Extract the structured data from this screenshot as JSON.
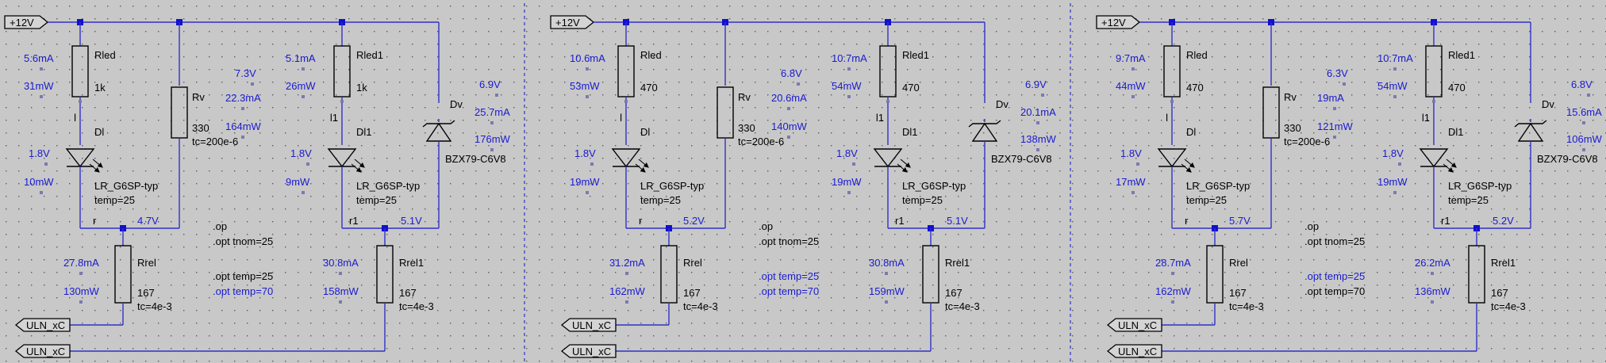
{
  "colors": {
    "background": "#c8c8c8",
    "wire": "#3030c8",
    "junction": "#1010d0",
    "component": "#000000",
    "value_text": "#1a1ad0",
    "label_text": "#000000",
    "divider": "#3030c8"
  },
  "panels": [
    {
      "supply": "+12V",
      "rled": {
        "name": "Rled",
        "value": "1k"
      },
      "rled1": {
        "name": "Rled1",
        "value": "1k"
      },
      "rv": {
        "name": "Rv",
        "value": "330",
        "tc": "tc=200e-6"
      },
      "led": {
        "name": "Dl",
        "model": "LR_G6SP-typ",
        "temp": "temp=25",
        "mark": "l"
      },
      "led1": {
        "name": "Dl1",
        "model": "LR_G6SP-typ",
        "temp": "temp=25",
        "mark": "l1"
      },
      "zener": {
        "name": "Dv",
        "model": "BZX79-C6V8"
      },
      "rrel": {
        "name": "Rrel",
        "value": "167",
        "tc": "tc=4e-3"
      },
      "rrel1": {
        "name": "Rrel1",
        "value": "167",
        "tc": "tc=4e-3"
      },
      "node_r": "r",
      "node_r1": "r1",
      "uln1": "ULN_xC",
      "uln2": "ULN_xC",
      "directives": [
        ".op",
        ".opt tnom=25",
        ".opt temp=25",
        ".opt temp=70"
      ],
      "ann": {
        "rled_i": "5.6mA",
        "rled_p": "31mW",
        "rv_v": "7.3V",
        "rv_i": "22.3mA",
        "rv_p": "164mW",
        "rled1_i": "5.1mA",
        "rled1_p": "26mW",
        "dv_v": "6.9V",
        "dv_i": "25.7mA",
        "dv_p": "176mW",
        "dl_v": "1.8V",
        "dl_p": "10mW",
        "dl1_v": "1.8V",
        "dl1_p": "9mW",
        "r_v": "4.7V",
        "r1_v": "5.1V",
        "rrel_i": "27.8mA",
        "rrel_p": "130mW",
        "rrel1_i": "30.8mA",
        "rrel1_p": "158mW"
      }
    },
    {
      "supply": "+12V",
      "rled": {
        "name": "Rled",
        "value": "470"
      },
      "rled1": {
        "name": "Rled1",
        "value": "470"
      },
      "rv": {
        "name": "Rv",
        "value": "330",
        "tc": "tc=200e-6"
      },
      "led": {
        "name": "Dl",
        "model": "LR_G6SP-typ",
        "temp": "temp=25",
        "mark": "l"
      },
      "led1": {
        "name": "Dl1",
        "model": "LR_G6SP-typ",
        "temp": "temp=25",
        "mark": "l1"
      },
      "zener": {
        "name": "Dv",
        "model": "BZX79-C6V8"
      },
      "rrel": {
        "name": "Rrel",
        "value": "167",
        "tc": "tc=4e-3"
      },
      "rrel1": {
        "name": "Rrel1",
        "value": "167",
        "tc": "tc=4e-3"
      },
      "node_r": "r",
      "node_r1": "r1",
      "uln1": "ULN_xC",
      "uln2": "ULN_xC",
      "directives": [
        ".op",
        ".opt tnom=25",
        ".opt temp=25",
        ".opt temp=70"
      ],
      "ann": {
        "rled_i": "10.6mA",
        "rled_p": "53mW",
        "rv_v": "6.8V",
        "rv_i": "20.6mA",
        "rv_p": "140mW",
        "rled1_i": "10.7mA",
        "rled1_p": "54mW",
        "dv_v": "6.9V",
        "dv_i": "20.1mA",
        "dv_p": "138mW",
        "dl_v": "1.8V",
        "dl_p": "19mW",
        "dl1_v": "1.8V",
        "dl1_p": "19mW",
        "r_v": "5.2V",
        "r1_v": "5.1V",
        "rrel_i": "31.2mA",
        "rrel_p": "162mW",
        "rrel1_i": "30.8mA",
        "rrel1_p": "159mW"
      }
    },
    {
      "supply": "+12V",
      "rled": {
        "name": "Rled",
        "value": "470"
      },
      "rled1": {
        "name": "Rled1",
        "value": "470"
      },
      "rv": {
        "name": "Rv",
        "value": "330",
        "tc": "tc=200e-6"
      },
      "led": {
        "name": "Dl",
        "model": "LR_G6SP-typ",
        "temp": "temp=25",
        "mark": "l"
      },
      "led1": {
        "name": "Dl1",
        "model": "LR_G6SP-typ",
        "temp": "temp=25",
        "mark": "l1"
      },
      "zener": {
        "name": "Dv",
        "model": "BZX79-C6V8"
      },
      "rrel": {
        "name": "Rrel",
        "value": "167",
        "tc": "tc=4e-3"
      },
      "rrel1": {
        "name": "Rrel1",
        "value": "167",
        "tc": "tc=4e-3"
      },
      "node_r": "r",
      "node_r1": "r1",
      "uln1": "ULN_xC",
      "uln2": "ULN_xC",
      "directives": [
        ".op",
        ".opt tnom=25",
        ".opt temp=25",
        ".opt temp=70"
      ],
      "ann": {
        "rled_i": "9.7mA",
        "rled_p": "44mW",
        "rv_v": "6.3V",
        "rv_i": "19mA",
        "rv_p": "121mW",
        "rled1_i": "10.7mA",
        "rled1_p": "54mW",
        "dv_v": "6.8V",
        "dv_i": "15.6mA",
        "dv_p": "106mW",
        "dl_v": "1.8V",
        "dl_p": "17mW",
        "dl1_v": "1.8V",
        "dl1_p": "19mW",
        "r_v": "5.7V",
        "r1_v": "5.2V",
        "rrel_i": "28.7mA",
        "rrel_p": "162mW",
        "rrel1_i": "26.2mA",
        "rrel1_p": "136mW"
      }
    }
  ]
}
